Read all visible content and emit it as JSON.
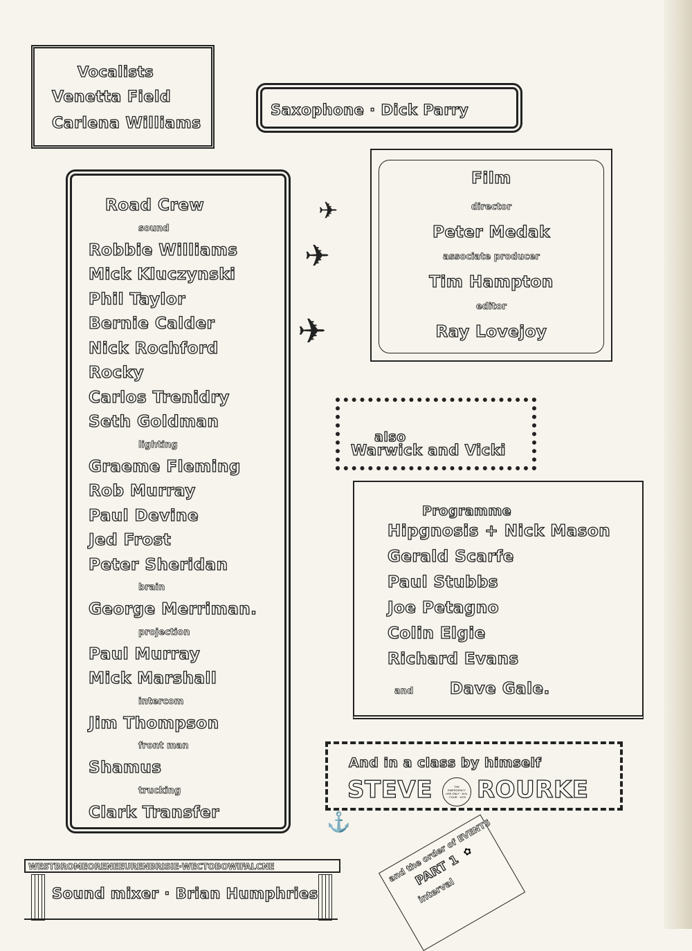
{
  "vocalists": {
    "title": "Vocalists",
    "names": [
      "Venetta Field",
      "Carlena Williams"
    ]
  },
  "saxophone": {
    "label": "Saxophone · Dick Parry"
  },
  "road_crew": {
    "rows": [
      {
        "kind": "head",
        "text": "Road Crew"
      },
      {
        "kind": "role",
        "text": "sound"
      },
      {
        "kind": "name",
        "text": "Robbie Williams"
      },
      {
        "kind": "name",
        "text": "Mick Kluczynski"
      },
      {
        "kind": "name",
        "text": "Phil Taylor"
      },
      {
        "kind": "name",
        "text": "Bernie Calder"
      },
      {
        "kind": "name",
        "text": "Nick Rochford"
      },
      {
        "kind": "name",
        "text": "Rocky"
      },
      {
        "kind": "name",
        "text": "Carlos Trenidry"
      },
      {
        "kind": "name",
        "text": "Seth Goldman"
      },
      {
        "kind": "role",
        "text": "lighting"
      },
      {
        "kind": "name",
        "text": "Graeme Fleming"
      },
      {
        "kind": "name",
        "text": "Rob Murray"
      },
      {
        "kind": "name",
        "text": "Paul Devine"
      },
      {
        "kind": "name",
        "text": "Jed Frost"
      },
      {
        "kind": "name",
        "text": "Peter Sheridan"
      },
      {
        "kind": "role",
        "text": "brain"
      },
      {
        "kind": "name",
        "text": "George Merriman."
      },
      {
        "kind": "role",
        "text": "projection"
      },
      {
        "kind": "name",
        "text": "Paul Murray"
      },
      {
        "kind": "name",
        "text": "Mick Marshall"
      },
      {
        "kind": "role",
        "text": "intercom"
      },
      {
        "kind": "name",
        "text": "Jim Thompson"
      },
      {
        "kind": "role",
        "text": "front man"
      },
      {
        "kind": "name",
        "text": "Shamus"
      },
      {
        "kind": "role",
        "text": "trucking"
      },
      {
        "kind": "name",
        "text": "Clark Transfer"
      }
    ]
  },
  "film": {
    "title": "Film",
    "rows": [
      {
        "kind": "role",
        "text": "director"
      },
      {
        "kind": "name",
        "text": "Peter Medak"
      },
      {
        "kind": "role",
        "text": "associate producer"
      },
      {
        "kind": "name",
        "text": "Tim Hampton"
      },
      {
        "kind": "role",
        "text": "editor"
      },
      {
        "kind": "name",
        "text": "Ray Lovejoy"
      }
    ]
  },
  "also": {
    "label": "also",
    "names": "Warwick and Vicki"
  },
  "programme": {
    "title": "Programme",
    "names": [
      "Hipgnosis + Nick Mason",
      "Gerald Scarfe",
      "Paul Stubbs",
      "Joe Petagno",
      "Colin Elgie",
      "Richard Evans"
    ],
    "last_prefix": "and",
    "last_name": "Dave Gale."
  },
  "manager": {
    "intro": "And in a class by himself",
    "first": "STEVE",
    "last": "ROURKE",
    "badge": "THE EMERGENCY USE ONLY · M.N. · FOUR · 1975"
  },
  "sound_mixer": {
    "frieze": "WESTBROMEORENEEURENBRISIE·WECTOBOWIFALCNE",
    "label": "Sound mixer · Brian Humphries"
  },
  "order_card": {
    "line1": "and the order of EVENTS",
    "line2": "PART 1",
    "line3": "interval"
  }
}
